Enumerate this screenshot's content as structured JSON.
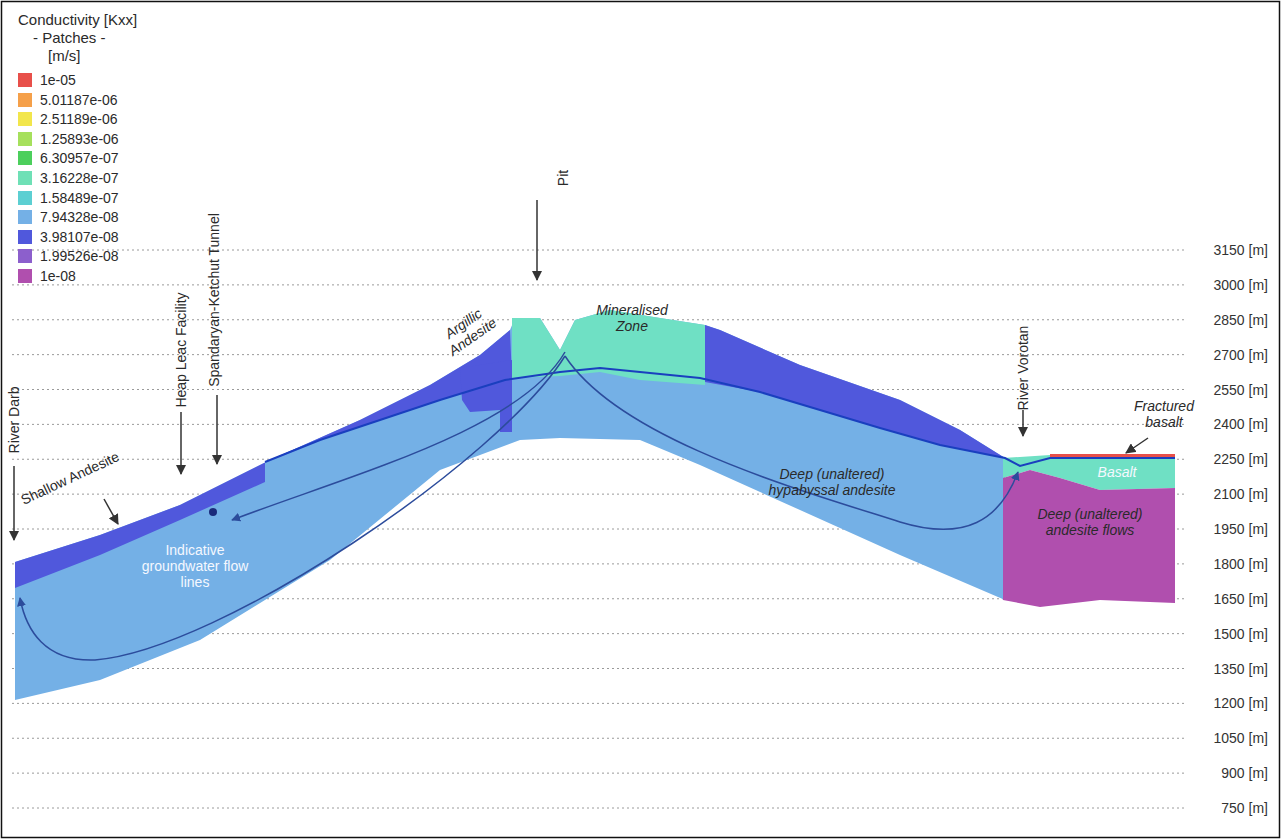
{
  "diagram": {
    "labels": [
      "Conductivity [Kxx]",
      "- Patches -",
      "[m/s]",
      "Pit",
      "River Darb",
      "Heap Leac Facility",
      "Spandaryan-Ketchut Tunnel",
      "River Vorotan",
      "Fractured basalt",
      "Shallow Andesite",
      "Argillic Andesite",
      "Mineralised Zone",
      "Indicative groundwater flow lines",
      "Deep (unaltered) hypabyssal andesite",
      "Basalt",
      "Deep (unaltered) andesite flows",
      "3150 [m]",
      "3000 [m]",
      "2850 [m]",
      "2700 [m]",
      "2550 [m]",
      "2400 [m]",
      "2250 [m]",
      "2100 [m]",
      "1950 [m]",
      "1800 [m]",
      "1650 [m]",
      "1500 [m]",
      "1350 [m]",
      "1200 [m]",
      "1050 [m]",
      "900 [m]",
      "750 [m]"
    ],
    "legend": [
      {
        "text": "1e-05",
        "color": "#e8504a"
      },
      {
        "text": "5.01187e-06",
        "color": "#f5a04a"
      },
      {
        "text": "2.51189e-06",
        "color": "#f2e64c"
      },
      {
        "text": "1.25893e-06",
        "color": "#a6e05c"
      },
      {
        "text": "6.30957e-07",
        "color": "#4ccf5c"
      },
      {
        "text": "3.16228e-07",
        "color": "#6fe0b6"
      },
      {
        "text": "1.58489e-07",
        "color": "#5ccfd2"
      },
      {
        "text": "7.94328e-08",
        "color": "#74b0e6"
      },
      {
        "text": "3.98107e-08",
        "color": "#5058dc"
      },
      {
        "text": "1.99526e-08",
        "color": "#8c5fcc"
      },
      {
        "text": "1e-08",
        "color": "#b04fae"
      }
    ]
  }
}
